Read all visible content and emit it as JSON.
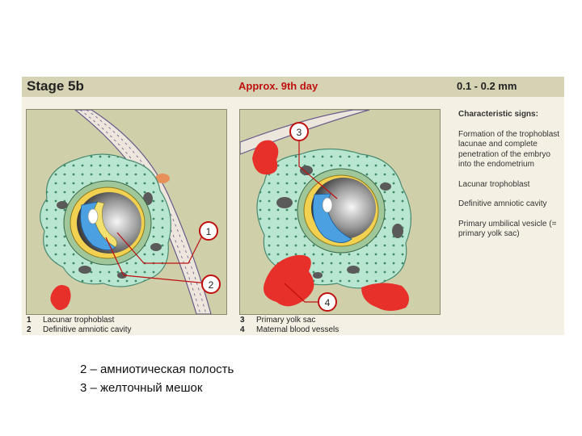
{
  "header": {
    "stage": "Stage 5b",
    "day": "Approx. 9th day",
    "size": "0.1 - 0.2 mm"
  },
  "signs": {
    "title": "Characteristic signs:",
    "items": [
      "Formation of the trophoblast lacunae and complete penetration of the embryo into the endometrium",
      "Lacunar trophoblast",
      "Definitive amniotic cavity",
      "Primary umbilical vesicle (= primary yolk sac)"
    ]
  },
  "callouts": {
    "c1": "1",
    "c2": "2",
    "c3": "3",
    "c4": "4"
  },
  "legend": {
    "left": [
      {
        "num": "1",
        "text": "Lacunar trophoblast"
      },
      {
        "num": "2",
        "text": "Definitive amniotic cavity"
      }
    ],
    "right": [
      {
        "num": "3",
        "text": "Primary yolk sac"
      },
      {
        "num": "4",
        "text": "Maternal blood vessels"
      }
    ]
  },
  "captions": [
    "2 – амниотическая полость",
    "3 – желточный мешок"
  ],
  "colors": {
    "band": "#d6d3b4",
    "panel": "#cfcfaa",
    "trophoblast": "#b8e6d0",
    "blood": "#e8302a",
    "accent": "#c01010"
  }
}
